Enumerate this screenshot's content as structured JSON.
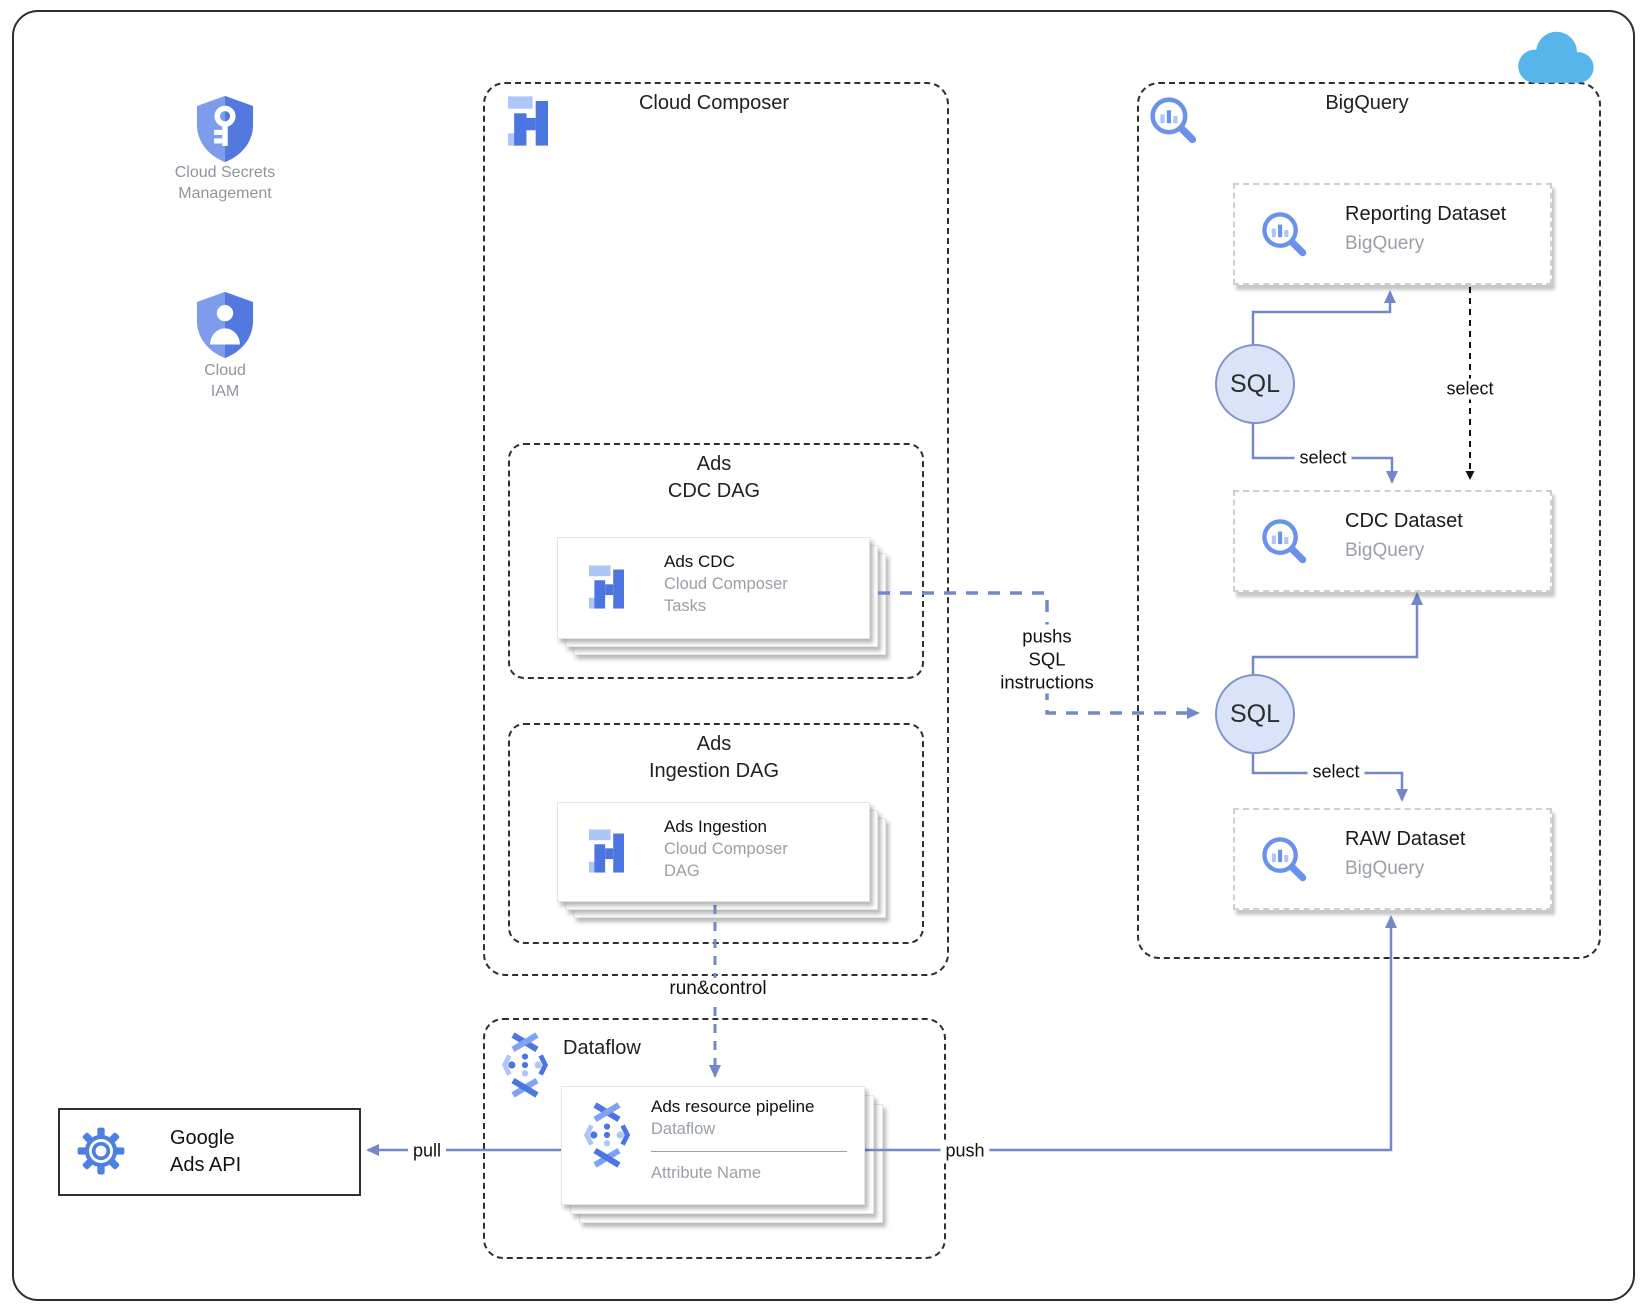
{
  "icons_panel": {
    "secrets": {
      "line1": "Cloud Secrets",
      "line2": "Management"
    },
    "iam": {
      "line1": "Cloud",
      "line2": "IAM"
    }
  },
  "composer": {
    "title": "Cloud Composer",
    "cdc_dag": {
      "title_line1": "Ads",
      "title_line2": "CDC DAG",
      "card_title": "Ads CDC",
      "card_sub1": "Cloud Composer",
      "card_sub2": "Tasks"
    },
    "ingestion_dag": {
      "title_line1": "Ads",
      "title_line2": "Ingestion DAG",
      "card_title": "Ads Ingestion",
      "card_sub1": "Cloud Composer",
      "card_sub2": "DAG"
    }
  },
  "bigquery": {
    "title": "BigQuery",
    "reporting": {
      "title": "Reporting Dataset",
      "subtitle": "BigQuery"
    },
    "cdc": {
      "title": "CDC Dataset",
      "subtitle": "BigQuery"
    },
    "raw": {
      "title": "RAW Dataset",
      "subtitle": "BigQuery"
    },
    "sql_top": "SQL",
    "sql_bottom": "SQL"
  },
  "dataflow": {
    "title": "Dataflow",
    "card_title": "Ads resource pipeline",
    "card_subtitle": "Dataflow",
    "card_attribute": "Attribute Name"
  },
  "ads_api": {
    "line1": "Google",
    "line2": "Ads API"
  },
  "labels": {
    "push_sql_line1": "pushs",
    "push_sql_line2": "SQL",
    "push_sql_line3": "instructions",
    "select_reporting_to_cdc": "select",
    "select_sql_to_cdc": "select",
    "select_sql_to_raw": "select",
    "run_control": "run&control",
    "pull": "pull",
    "push": "push"
  },
  "colors": {
    "icon_blue": "#4D75E0",
    "icon_light_blue": "#AEC5F7",
    "arrow_blue": "#7488C8",
    "cloud_blue": "#58B5E9",
    "sql_fill": "#DAE3F8"
  }
}
